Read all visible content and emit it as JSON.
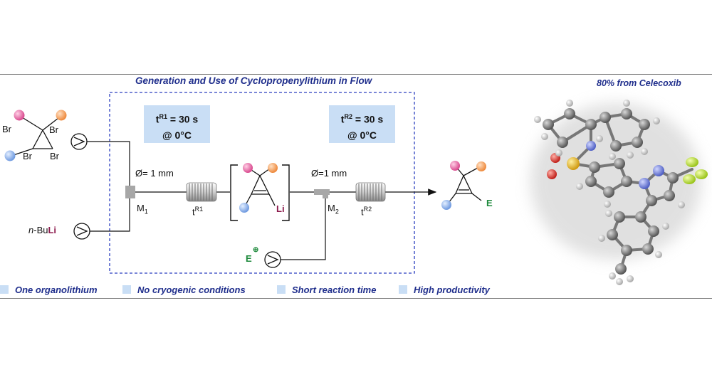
{
  "header": {
    "title": "Generation and Use of Cyclopropenylithium in Flow",
    "molecule_caption": "80% from Celecoxib"
  },
  "conditions": [
    {
      "label": "t",
      "sup": "R1",
      "value": " = 30 s",
      "temp": "@ 0°C"
    },
    {
      "label": "t",
      "sup": "R2",
      "value": " = 30 s",
      "temp": "@ 0°C"
    }
  ],
  "reagents": {
    "br1": "Br",
    "br2": "Br",
    "br3": "Br",
    "br4": "Br",
    "nbuli_prefix": "n",
    "nbuli_mid": "-Bu",
    "nbuli_li": "Li",
    "electrophile": "E",
    "electrophile_charge": "⊕",
    "intermediate_li": "Li",
    "product_e": "E"
  },
  "flow": {
    "diameter_1": "Ø= 1 mm",
    "diameter_2": "Ø=1 mm",
    "mixer_1": "M",
    "mixer_1_sub": "1",
    "mixer_2": "M",
    "mixer_2_sub": "2",
    "reactor_1": "t",
    "reactor_1_sup": "R1",
    "reactor_2": "t",
    "reactor_2_sup": "R2"
  },
  "features": [
    {
      "label": "One organolithium"
    },
    {
      "label": "No cryogenic conditions"
    },
    {
      "label": "Short reaction time"
    },
    {
      "label": "High productivity"
    }
  ],
  "colors": {
    "title_blue": "#1f2e8c",
    "condition_box": "#c9def5",
    "dashed_border": "#2b3fbf",
    "substituent_pink": "#e0589a",
    "substituent_orange": "#f2934a",
    "substituent_blue": "#7fa8e6",
    "lithium": "#8c1a4c",
    "electrophile_green": "#1e8a3c"
  }
}
